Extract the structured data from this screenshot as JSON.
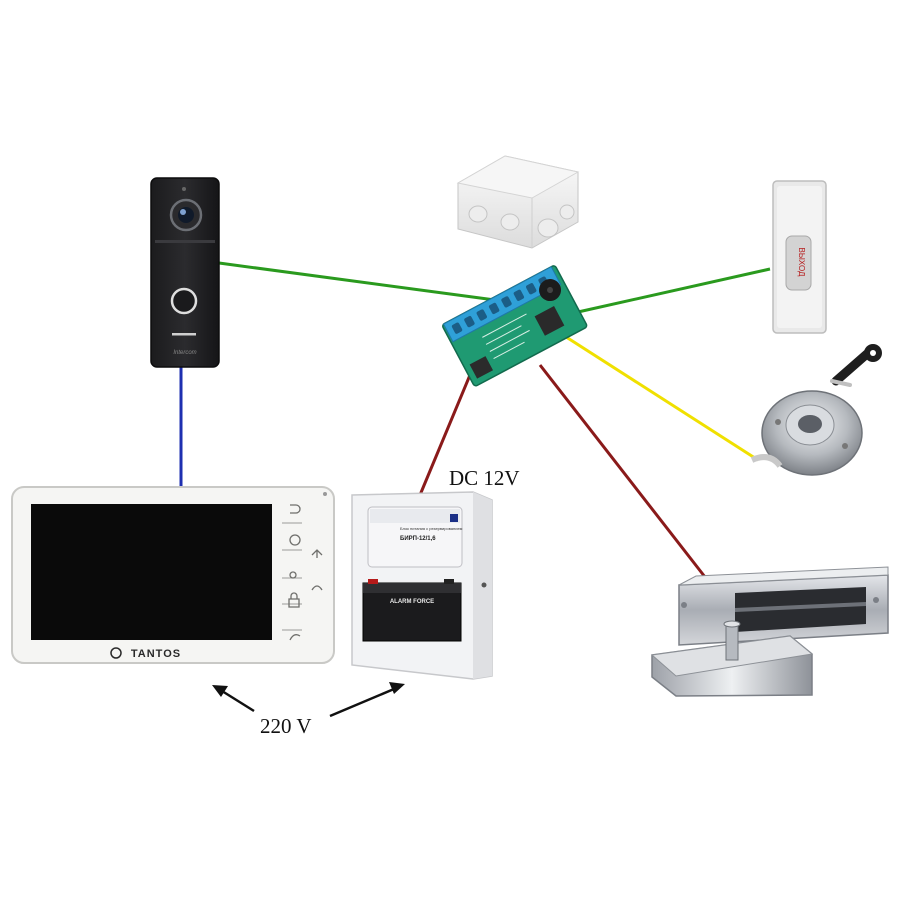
{
  "labels": {
    "dc_voltage": "DC 12V",
    "ac_voltage": "220 V"
  },
  "devices": {
    "monitor_brand": "TANTOS",
    "doorbell_brand": "Intercom",
    "exit_button_text": "ВЫХОД",
    "psu_panel_title": "БИРП-12/1,6",
    "psu_panel_subtitle": "Блок питания с резервированием",
    "battery_brand": "ALARM FORCE"
  },
  "colors": {
    "doorbell_wire": "#2a9a1e",
    "exit_button_wire": "#2a9a1e",
    "monitor_wire": "#1e2fb0",
    "power_wire": "#8a1a1a",
    "reader_wire": "#f0e000",
    "lock_wire": "#8a1a1a",
    "controller_pcb": "#1f9a72",
    "terminal_block": "#2fa0d8"
  }
}
